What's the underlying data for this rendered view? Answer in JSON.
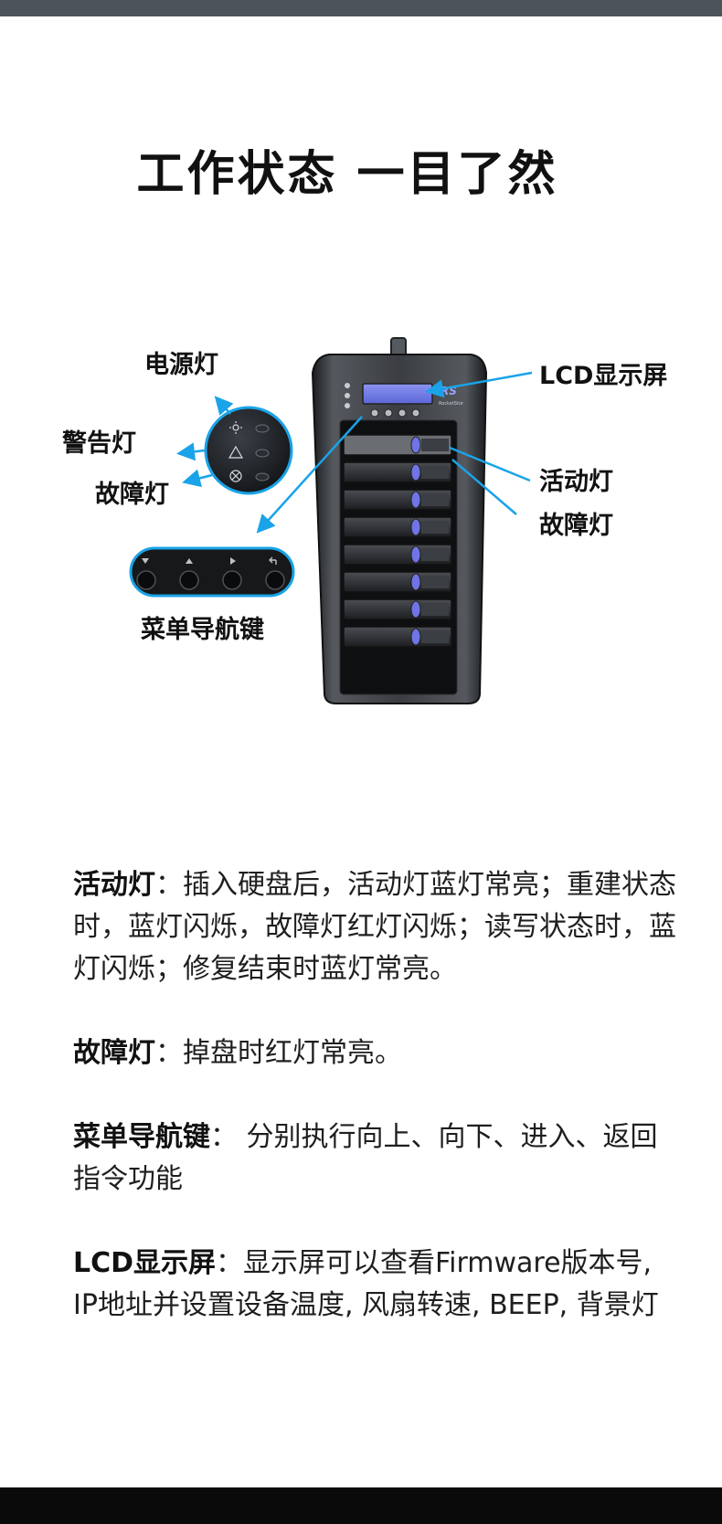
{
  "page": {
    "title": "工作状态 一目了然"
  },
  "diagram": {
    "callouts": {
      "power_light": "电源灯",
      "warning_light": "警告灯",
      "fault_light_left": "故障灯",
      "menu_keys": "菜单导航键",
      "lcd_screen": "LCD显示屏",
      "activity_light": "活动灯",
      "fault_light_right": "故障灯"
    },
    "device_brand": "RocketStor",
    "drive_bays": 8,
    "colors": {
      "arrow": "#1aa3e8",
      "indicator": "#6f74e6",
      "chassis": "#2c2f33"
    }
  },
  "descriptions": {
    "activity": {
      "term": "活动灯",
      "colon": "：",
      "text": "插入硬盘后，活动灯蓝灯常亮；重建状态时，蓝灯闪烁，故障灯红灯闪烁；读写状态时，蓝灯闪烁；修复结束时蓝灯常亮。"
    },
    "fault": {
      "term": "故障灯",
      "colon": "：",
      "text": "掉盘时红灯常亮。"
    },
    "menu": {
      "term": "菜单导航键",
      "colon": "： ",
      "text": "分别执行向上、向下、进入、返回指令功能"
    },
    "lcd": {
      "term": "LCD显示屏",
      "colon": "：",
      "text": "显示屏可以查看Firmware版本号, IP地址并设置设备温度, 风扇转速, BEEP, 背景灯"
    }
  }
}
